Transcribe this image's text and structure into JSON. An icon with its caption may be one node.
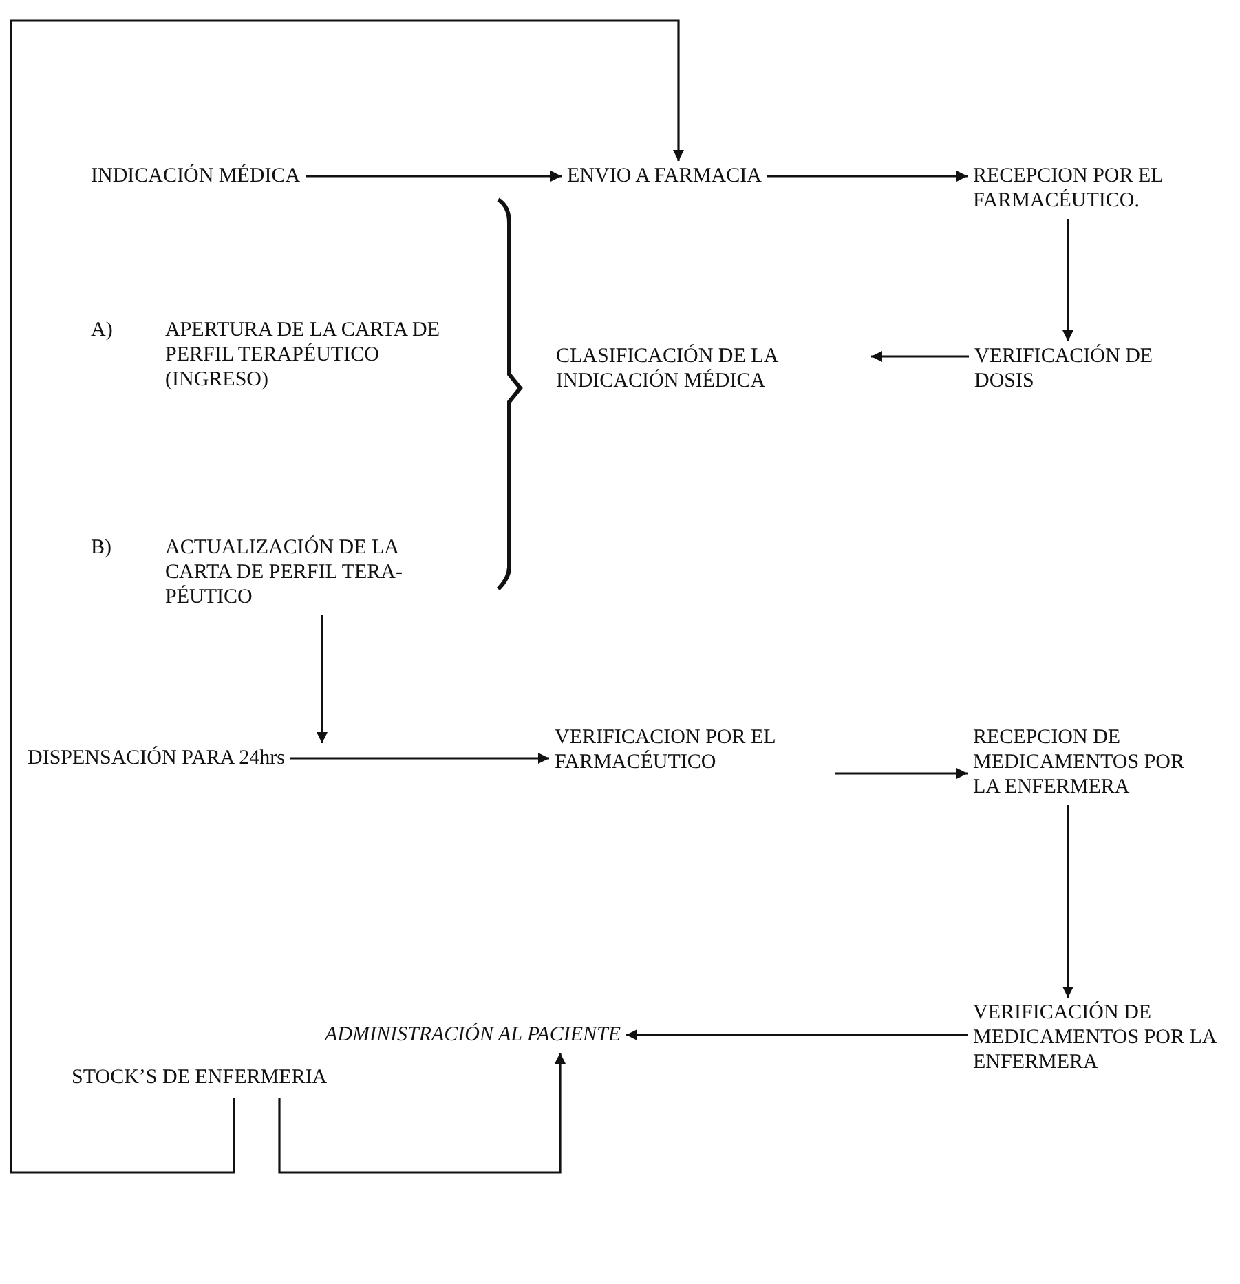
{
  "diagram": {
    "nodes": [
      {
        "text": [
          "INDICACIÓN MÉDICA"
        ]
      },
      {
        "text": [
          "ENVIO A FARMACIA"
        ]
      },
      {
        "text": [
          "RECEPCION POR EL FARMACÉUTICO."
        ]
      },
      {
        "text": [
          "A)",
          "APERTURA DE LA CARTA DE PERFIL TERAPÉUTICO (INGRESO)"
        ]
      },
      {
        "text": [
          "B)",
          "ACTUALIZACIÓN DE LA CARTA DE PERFIL TERA- PÉUTICO"
        ]
      },
      {
        "text": [
          "CLASIFICACIÓN DE LA INDICACIÓN MÉDICA"
        ]
      },
      {
        "text": [
          "VERIFICACIÓN DE DOSIS"
        ]
      },
      {
        "text": [
          "DISPENSACIÓN PARA 24hrs"
        ]
      },
      {
        "text": [
          "VERIFICACION POR EL FARMACÉUTICO"
        ]
      },
      {
        "text": [
          "RECEPCION DE MEDICAMENTOS POR LA ENFERMERA"
        ]
      },
      {
        "text": [
          "VERIFICACIÓN DE MEDICAMENTOS POR LA ENFERMERA"
        ]
      },
      {
        "text": [
          "ADMINISTRACIÓN AL PACIENTE"
        ]
      },
      {
        "text": [
          "STOCK’S DE ENFERMERIA"
        ]
      }
    ],
    "edges": [
      {
        "from": 0,
        "to": 1,
        "arrow": "to"
      },
      {
        "from": 1,
        "to": 2,
        "arrow": "to"
      },
      {
        "from": 2,
        "to": 6,
        "arrow": "to"
      },
      {
        "from": 6,
        "to": 5,
        "arrow": "to"
      },
      {
        "from": 4,
        "to": 7,
        "arrow": "to"
      },
      {
        "from": 7,
        "to": 8,
        "arrow": "to"
      },
      {
        "from": 8,
        "to": 9,
        "arrow": "to"
      },
      {
        "from": 9,
        "to": 10,
        "arrow": "to"
      },
      {
        "from": 10,
        "to": 11,
        "arrow": "to"
      },
      {
        "from": 12,
        "to": 1,
        "arrow": "to"
      },
      {
        "from": 12,
        "to": 11,
        "arrow": "to"
      }
    ]
  }
}
